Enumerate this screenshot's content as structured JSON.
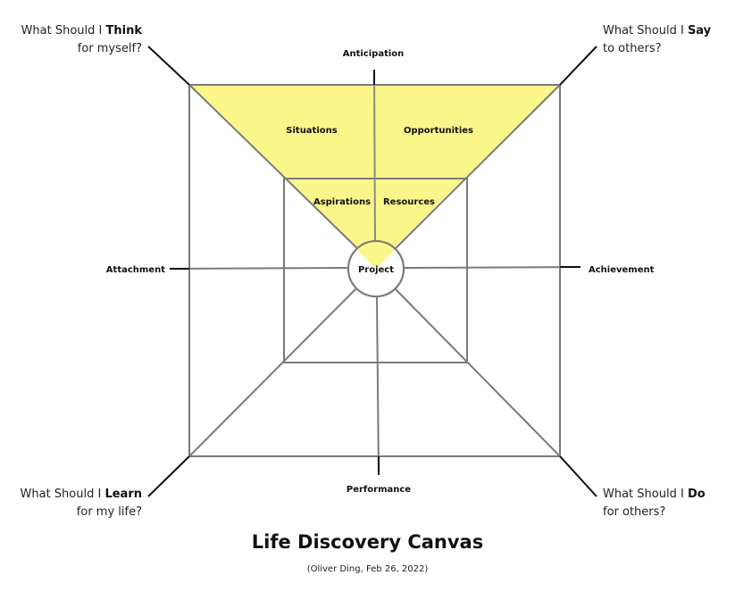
{
  "diagram": {
    "title": "Life Discovery Canvas",
    "subtitle": "(Oliver Ding, Feb 26, 2022)",
    "center_label": "Project",
    "highlight_color": "#fbf68a",
    "axis_labels": {
      "top": "Anticipation",
      "left": "Attachment",
      "right": "Achievement",
      "bottom": "Performance"
    },
    "region_labels": {
      "situations": "Situations",
      "opportunities": "Opportunities",
      "aspirations": "Aspirations",
      "resources": "Resources"
    },
    "corners": {
      "top_left": {
        "prefix": "What Should I ",
        "keyword": "Think",
        "line2": "for myself?"
      },
      "top_right": {
        "prefix": "What Should I ",
        "keyword": "Say",
        "line2": "to others?"
      },
      "bottom_left": {
        "prefix": "What Should I ",
        "keyword": "Learn",
        "line2": "for my life?"
      },
      "bottom_right": {
        "prefix": "What Should I ",
        "keyword": "Do",
        "line2": "for others?"
      }
    }
  }
}
